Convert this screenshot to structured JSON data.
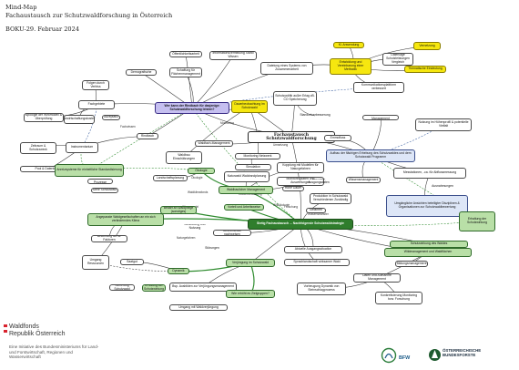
{
  "header": {
    "line1": "Mind-Map",
    "line2": "Fachaustausch zur Schutzwaldforschung in Österreich",
    "line3": "BOKU-29. Februar 2024"
  },
  "center": {
    "label": "Fachaustausch Schutzwaldforschung"
  },
  "nodes": [
    {
      "id": "n_wer",
      "label": "Wer kann der Rindbach für dasjenige: Schutzwaldforschung leisten?",
      "style": "violet"
    },
    {
      "id": "n_oeff",
      "label": "Öffentlichkeitsarbeit",
      "style": "plain"
    },
    {
      "id": "n_info",
      "label": "Informationsvermittlung Stand Wissen",
      "style": "plain"
    },
    {
      "id": "n_schaffung",
      "label": "Schaffung für Flächenmanagement",
      "style": "plain"
    },
    {
      "id": "n_demo",
      "label": "Demografische",
      "style": "plain"
    },
    {
      "id": "n_dateiung",
      "label": "Dateiung eines Systems von Zusammenarbeit",
      "style": "plain"
    },
    {
      "id": "n_kl",
      "label": "Kl. Anwendung",
      "style": "yellow"
    },
    {
      "id": "n_entw",
      "label": "Entwicklung und Vereinbarung einer Methodik",
      "style": "yellow"
    },
    {
      "id": "n_vernetzung",
      "label": "Vernetzung",
      "style": "yellow"
    },
    {
      "id": "n_datenlage",
      "label": "Datenlage Schutzleistungen Vergleich",
      "style": "plain"
    },
    {
      "id": "n_themdiff",
      "label": "Thematische Eindeutung",
      "style": "yellow"
    },
    {
      "id": "n_komm",
      "label": "Kommunikationsplattform verbessert",
      "style": "plain"
    },
    {
      "id": "n_folgen",
      "label": "Folgen durch Verbiss",
      "style": "plain"
    },
    {
      "id": "n_fachgr",
      "label": "Fachgebiete",
      "style": "plain"
    },
    {
      "id": "n_bewirt",
      "label": "Bewirtschaftungskosten",
      "style": "plain"
    },
    {
      "id": "n_apo",
      "label": "Apologie der Wirkmodell & Überprüfung",
      "style": "plain"
    },
    {
      "id": "n_akzeptanz",
      "label": "Akzeptanz",
      "style": "plain"
    },
    {
      "id": "n_zeit",
      "label": "Zeitraum & Schutzzweck",
      "style": "plain"
    },
    {
      "id": "n_instr",
      "label": "Instrumentarium",
      "style": "plain"
    },
    {
      "id": "n_pool",
      "label": "Pool & Datenbanken",
      "style": "plain"
    },
    {
      "id": "n_rindbach",
      "label": "Rindbach",
      "style": "plain"
    },
    {
      "id": "n_schutzpol",
      "label": "Schutzpolitik außer Erlag zB. CO Speicherung",
      "style": "plain"
    },
    {
      "id": "n_dauer",
      "label": "Dauerbeobachtung im Schutzwald",
      "style": "yellow"
    },
    {
      "id": "n_standort",
      "label": "Standortverbesserung",
      "style": "text"
    },
    {
      "id": "n_waldfach",
      "label": "Waldfach-Management",
      "style": "plain"
    },
    {
      "id": "n_bmlrt",
      "label": "Waldbau Einschätzungen",
      "style": "plain"
    },
    {
      "id": "n_monit",
      "label": "Monitoring Netzwerk",
      "style": "plain"
    },
    {
      "id": "n_simon",
      "label": "Simulation",
      "style": "plain"
    },
    {
      "id": "n_nutzung",
      "label": "Nutzung im Höhenprofil & potentielle Vielfalt",
      "style": "plain"
    },
    {
      "id": "n_einzelwald",
      "label": "Einzelwald-Management",
      "style": "plain"
    },
    {
      "id": "n_emmo",
      "label": "Emmofluss",
      "style": "plain"
    },
    {
      "id": "n_aufbau",
      "label": "Aufbau der flächigen Erhebung des Schutzwaldes und dem Schutzwald Programm",
      "style": "blue"
    },
    {
      "id": "n_wissen",
      "label": "Wissensmanagement",
      "style": "plain"
    },
    {
      "id": "n_messtat",
      "label": "Messtationen, -ca. für Abflussmessung",
      "style": "plain"
    },
    {
      "id": "n_ausnahme",
      "label": "Ausnahmungen",
      "style": "text"
    },
    {
      "id": "n_umgangl",
      "label": "Umgängliche Ansichten beteiligter Disziplinen & Organisationen zur Schutzwaldbewertung",
      "style": "blue"
    },
    {
      "id": "n_anreize",
      "label": "Anreizsysteme für einheitliche Standardisierung",
      "style": "green"
    },
    {
      "id": "n_okologie",
      "label": "Ökologie",
      "style": "green"
    },
    {
      "id": "n_landschaft",
      "label": "Landschaftsplanung",
      "style": "plain"
    },
    {
      "id": "n_kopplung",
      "label": "Kopplung mit Modellen für Naturgefahren",
      "style": "plain"
    },
    {
      "id": "n_monitoringdaten",
      "label": "Monitoringdaten und Auswertungen",
      "style": "plain"
    },
    {
      "id": "n_naturwald",
      "label": "Naturwald Waldrandplanung",
      "style": "plain"
    },
    {
      "id": "n_waldbaul",
      "label": "Waldbaulicher Management",
      "style": "green"
    },
    {
      "id": "n_angepasst",
      "label": "Angepasste Waldgesellschaften an ein sich veränderndes Klima",
      "style": "green"
    },
    {
      "id": "n_bedarf",
      "label": "Bedarf an Waldpflege (sonstiges)",
      "style": "green"
    },
    {
      "id": "n_vorteil",
      "label": "Vorteil und Arbeitsweise",
      "style": "green"
    },
    {
      "id": "n_zentral",
      "label": "Stetig Fachaustausch ... Nachfolgende Schutzwaldstrategie",
      "style": "darkgreen"
    },
    {
      "id": "n_produktion",
      "label": "Produktion in Schutzwald Verschiedenen Zuständig",
      "style": "plain"
    },
    {
      "id": "n_erhaltung",
      "label": "Erhaltung der Schutzwirkung",
      "style": "green"
    },
    {
      "id": "n_schutzwirkung",
      "label": "Schutzwirkung des Waldes",
      "style": "green"
    },
    {
      "id": "n_wildmanag",
      "label": "Wildmanagement und Waldflächen",
      "style": "green"
    },
    {
      "id": "n_schnee",
      "label": "Schneedecke nachweisen",
      "style": "plain"
    },
    {
      "id": "n_bewerten",
      "label": "Bewertung der kl. Faktoren",
      "style": "plain"
    },
    {
      "id": "n_umgang",
      "label": "Umgang Ressourcen",
      "style": "plain"
    },
    {
      "id": "n_saatgut",
      "label": "Saatgut",
      "style": "plain"
    },
    {
      "id": "n_dynamik",
      "label": "Dynamik",
      "style": "green"
    },
    {
      "id": "n_verjuengung",
      "label": "Verjüngung im Schutzwald",
      "style": "green"
    },
    {
      "id": "n_bsp",
      "label": "Bsp. Ausbilden zur Verjüngungsmanagement",
      "style": "plain"
    },
    {
      "id": "n_wie",
      "label": "Wie erhöht es Zielgruppen?",
      "style": "green"
    },
    {
      "id": "n_sprechen",
      "label": "Sprachlandschaft wirksamer Wald",
      "style": "plain"
    },
    {
      "id": "n_aktuell",
      "label": "Aktuelle Ausgangssituation",
      "style": "plain"
    },
    {
      "id": "n_vorbeug",
      "label": "Vorbeugung Dynamik von Steinschlagprozess",
      "style": "plain"
    },
    {
      "id": "n_datenmgmt",
      "label": "Daten und Aufnahme Management",
      "style": "plain"
    },
    {
      "id": "n_bildung",
      "label": "Bildungsmanagement",
      "style": "plain"
    },
    {
      "id": "n_konkret",
      "label": "Konkretisierung Monitoring bzw. Forschung",
      "style": "plain"
    },
    {
      "id": "n_ursachen",
      "label": "Ursachen Prozesse",
      "style": "plain"
    },
    {
      "id": "n_mehr",
      "label": "Mehr Schutzwald",
      "style": "plain"
    },
    {
      "id": "n_gefahren",
      "label": "Gefahren",
      "style": "plain"
    },
    {
      "id": "n_hohe",
      "label": "Hohe Dauer",
      "style": "plain"
    },
    {
      "id": "n_erholung",
      "label": "Erholung der Schutzwirkung",
      "style": "green"
    },
    {
      "id": "n_umgang2",
      "label": "Umgang mit Waldverjüngung",
      "style": "plain"
    },
    {
      "id": "n_sicherung",
      "label": "Sicherung Schutzwald",
      "style": "plain"
    },
    {
      "id": "n_stoerung",
      "label": "Störungen",
      "style": "text"
    },
    {
      "id": "n_uebersicht",
      "label": "Übersicht Ausgangsdaten",
      "style": "text"
    },
    {
      "id": "n_bedeutung",
      "label": "Bedeutung und Nutzung",
      "style": "text"
    }
  ],
  "edge_labels": [
    "Fachwissen",
    "Monitoring",
    "Umsetzung",
    "Auftrag",
    "Waldklimafonds",
    "Klimawandel",
    "Wiederbewaldung",
    "Förderung",
    "Forschung",
    "Naturgefahren",
    "Wildökologie",
    "Ökologie",
    "Wissenstransfer"
  ],
  "footer": {
    "org_line1": "Waldfonds",
    "org_line2": "Republik Österreich",
    "org_sub": "Eine Initiative des Bundesministeriums für Land- und Forstwirtschaft, Regionen und Wasserwirtschaft",
    "bfw_text": "BFW",
    "obf_line1": "ÖSTERREICHISCHE",
    "obf_line2": "BUNDESFORSTE"
  },
  "colors": {
    "blue": "#dde6f7",
    "green": "#b9dfa7",
    "darkgreen": "#2f7d2c",
    "yellow": "#f6e70f",
    "violet": "#c5bff0",
    "edge_green": "#2e8b2e",
    "edge_blue": "#3a5fa0",
    "edge_dark": "#333333"
  }
}
